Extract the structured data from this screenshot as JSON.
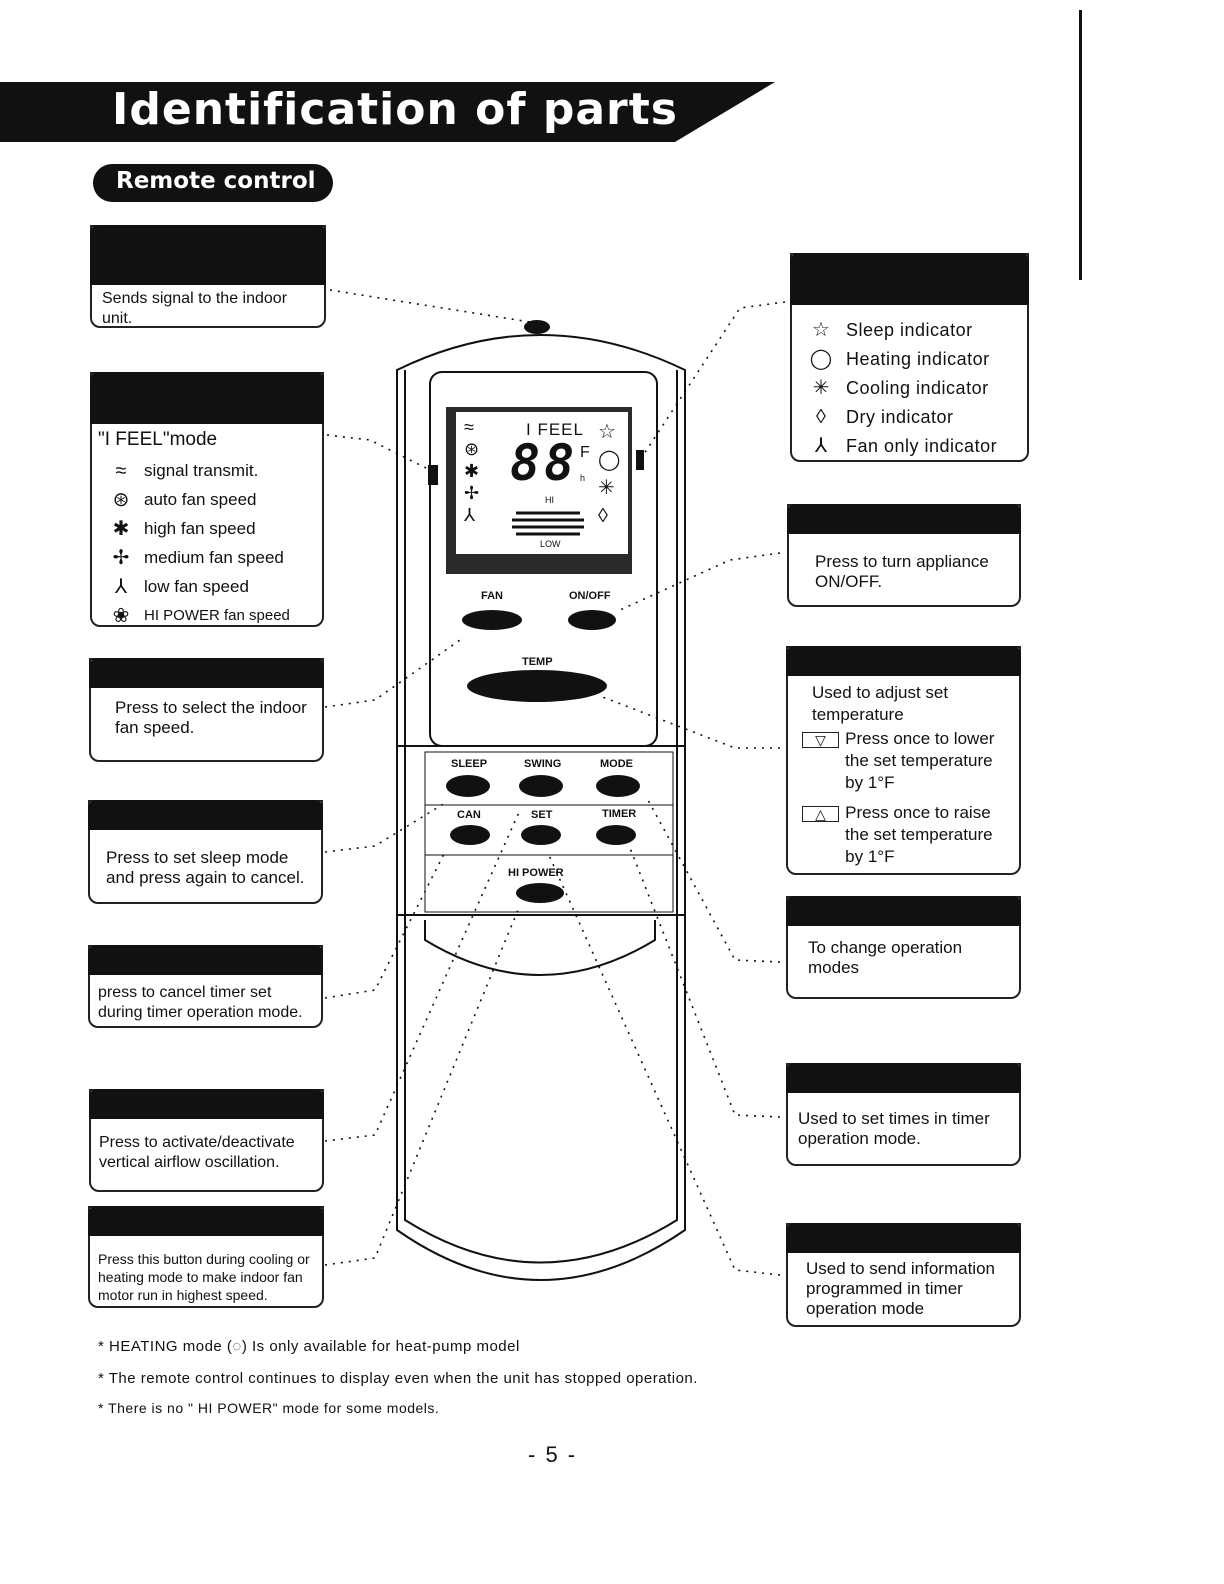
{
  "page": {
    "title": "Identification of parts",
    "section": "Remote control",
    "page_number": "- 5 -"
  },
  "left_callouts": {
    "transmitter": "Sends signal to the indoor unit.",
    "display": {
      "heading": "\"I FEEL\"mode",
      "items": [
        {
          "icon": "signal-transmit-icon",
          "glyph": "≈",
          "label": "signal transmit."
        },
        {
          "icon": "auto-fan-icon",
          "glyph": "⊛",
          "label": "auto fan speed"
        },
        {
          "icon": "high-fan-icon",
          "glyph": "✱",
          "label": "high fan speed"
        },
        {
          "icon": "medium-fan-icon",
          "glyph": "✢",
          "label": "medium fan speed"
        },
        {
          "icon": "low-fan-icon",
          "glyph": "⅄",
          "label": "low fan speed"
        },
        {
          "icon": "hi-power-fan-icon",
          "glyph": "❀",
          "label": "HI POWER fan speed"
        }
      ]
    },
    "fan": "Press to select the indoor fan speed.",
    "sleep": "Press to set sleep mode and press again to cancel.",
    "can": "press to cancel timer set during timer operation mode.",
    "swing": "Press to activate/deactivate vertical airflow oscillation.",
    "hipower": "Press this button during cooling or heating mode to make indoor fan motor run in highest speed."
  },
  "right_callouts": {
    "indicators": [
      {
        "icon": "sleep-indicator-icon",
        "glyph": "☆",
        "label": "Sleep indicator"
      },
      {
        "icon": "heating-indicator-icon",
        "glyph": "◯",
        "label": "Heating indicator"
      },
      {
        "icon": "cooling-indicator-icon",
        "glyph": "✳",
        "label": "Cooling indicator"
      },
      {
        "icon": "dry-indicator-icon",
        "glyph": "◊",
        "label": "Dry indicator"
      },
      {
        "icon": "fan-only-indicator-icon",
        "glyph": "⅄",
        "label": "Fan only indicator"
      }
    ],
    "onoff": "Press to turn appliance ON/OFF.",
    "temp": {
      "intro": "Used to adjust set temperature",
      "lower": "Press once to lower the set temperature by 1°F",
      "raise": "Press once to raise the set temperature by 1°F",
      "lower_glyph": "▽",
      "raise_glyph": "△"
    },
    "mode": "To change operation modes",
    "timer": "Used to set times in timer operation mode.",
    "set": "Used to send information programmed in timer operation mode"
  },
  "remote": {
    "display_text": {
      "ifeel": "I FEEL",
      "digits": "88",
      "unit": "F",
      "h": "h",
      "hi": "HI",
      "low": "LOW"
    },
    "buttons": {
      "fan": "FAN",
      "onoff": "ON/OFF",
      "temp": "TEMP",
      "sleep": "SLEEP",
      "swing": "SWING",
      "mode": "MODE",
      "can": "CAN",
      "set": "SET",
      "timer": "TIMER",
      "hipower": "HI POWER"
    }
  },
  "footnotes": [
    "HEATING mode (◌) Is only available for heat-pump model",
    "The remote control continues to display even when the unit has stopped operation.",
    "There is no \" HI POWER\" mode for some models."
  ],
  "footnote_bullet": "*"
}
